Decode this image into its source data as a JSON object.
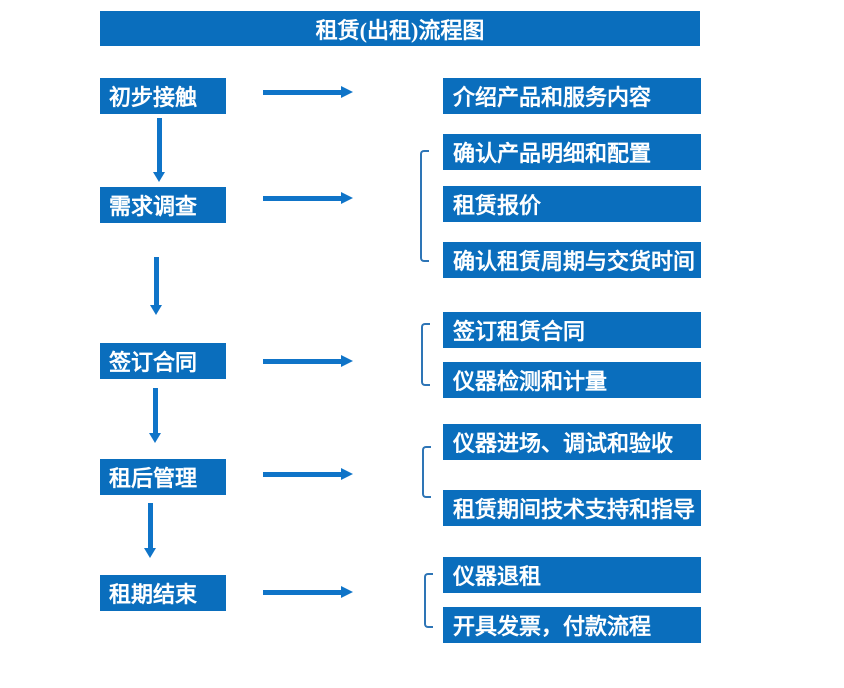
{
  "title": "租赁(出租)流程图",
  "colors": {
    "box_blue": "#0a6ebd",
    "arrow_blue": "#0f74c8",
    "bracket_blue": "#2e75b6",
    "text_white": "#ffffff",
    "background": "#ffffff"
  },
  "stages": [
    {
      "label": "初步接触",
      "details": [
        "介绍产品和服务内容"
      ]
    },
    {
      "label": "需求调查",
      "details": [
        "确认产品明细和配置",
        "租赁报价",
        "确认租赁周期与交货时间"
      ]
    },
    {
      "label": "签订合同",
      "details": [
        "签订租赁合同",
        "仪器检测和计量"
      ]
    },
    {
      "label": "租后管理",
      "details": [
        "仪器进场、调试和验收",
        "租赁期间技术支持和指导"
      ]
    },
    {
      "label": "租期结束",
      "details": [
        "仪器退租",
        "开具发票，付款流程"
      ]
    }
  ]
}
